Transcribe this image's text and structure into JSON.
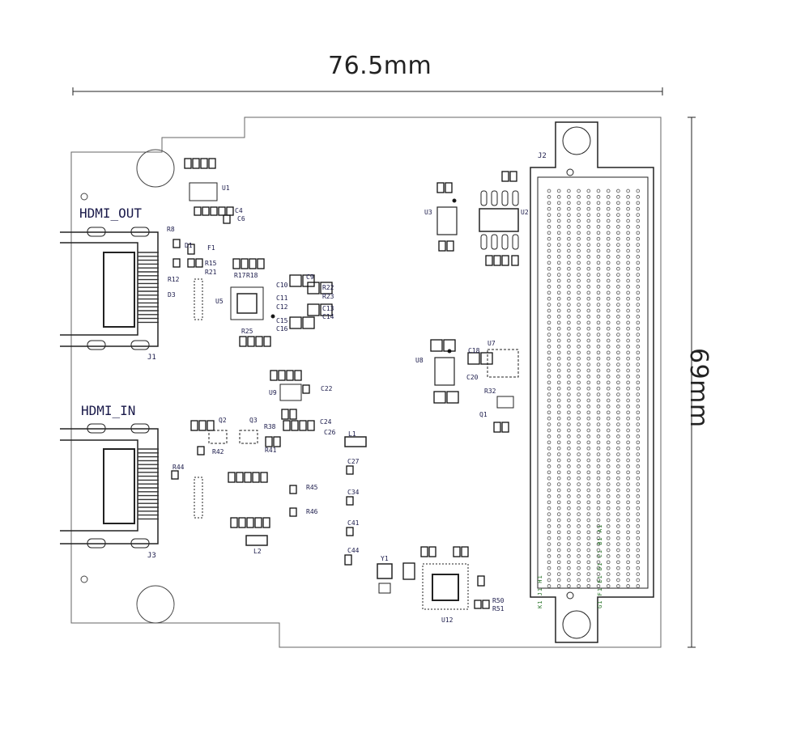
{
  "dimensions": {
    "width": "76.5mm",
    "height": "69mm"
  },
  "connectors": {
    "hdmi_out_label": "HDMI_OUT",
    "hdmi_in_label": "HDMI_IN",
    "j1": "J1",
    "j2": "J2",
    "j3": "J3",
    "j2_pins_left": "K1 J1 H1",
    "j2_pins_right": "G1 F1 E1 D1 C1 B1 A1"
  },
  "designators": {
    "u1": "U1",
    "u2": "U2",
    "u3": "U3",
    "u5": "U5",
    "u7": "U7",
    "u8": "U8",
    "u9": "U9",
    "u12": "U12",
    "y1": "Y1",
    "l1": "L1",
    "l2": "L2",
    "q1": "Q1",
    "q2": "Q2",
    "q3": "Q3",
    "r8": "R8",
    "d1": "D1",
    "f1": "F1",
    "r15": "R15",
    "r21": "R21",
    "r12": "R12",
    "d3": "D3",
    "c4": "C4",
    "c6": "C6",
    "c9": "C9",
    "c10": "C10",
    "r22": "R22",
    "r23": "R23",
    "c11": "C11",
    "c12": "C12",
    "c13": "C13",
    "c14": "C14",
    "c15": "C15",
    "c16": "C16",
    "r17": "R17",
    "r18": "R18",
    "r25": "R25",
    "c22": "C22",
    "r38": "R38",
    "c24": "C24",
    "c26": "C26",
    "r42": "R42",
    "r41": "R41",
    "r44": "R44",
    "c27": "C27",
    "r45": "R45",
    "c34": "C34",
    "r46": "R46",
    "c41": "C41",
    "c44": "C44",
    "c18": "C18",
    "c20": "C20",
    "r32": "R32",
    "r50": "R50",
    "r51": "R51"
  },
  "colors": {
    "outline": "#555555",
    "silkscreen": "#1a1a4a",
    "pin_label": "#1a6a1a",
    "dim_line": "#222222"
  }
}
